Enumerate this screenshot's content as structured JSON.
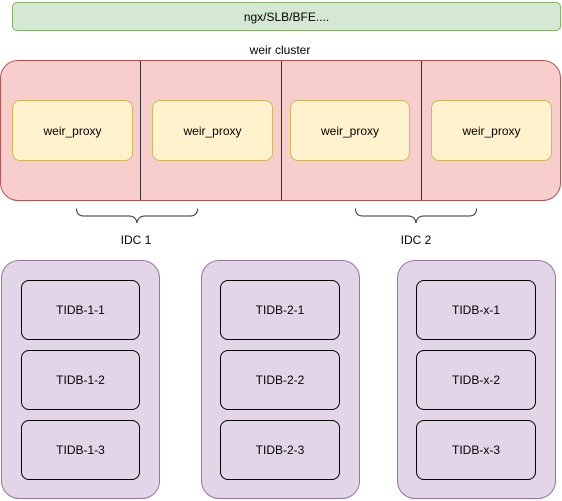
{
  "load_balancer": {
    "label": "ngx/SLB/BFE...."
  },
  "cluster": {
    "title": "weir cluster",
    "proxies": [
      "weir_proxy",
      "weir_proxy",
      "weir_proxy",
      "weir_proxy"
    ]
  },
  "idcs": [
    "IDC 1",
    "IDC 2"
  ],
  "groups": [
    {
      "nodes": [
        "TIDB-1-1",
        "TIDB-1-2",
        "TIDB-1-3"
      ]
    },
    {
      "nodes": [
        "TIDB-2-1",
        "TIDB-2-2",
        "TIDB-2-3"
      ]
    },
    {
      "nodes": [
        "TIDB-x-1",
        "TIDB-x-2",
        "TIDB-x-3"
      ]
    }
  ],
  "colors": {
    "lb_fill": "#d5e8d4",
    "lb_stroke": "#82b366",
    "cluster_fill": "#f8cecc",
    "cluster_stroke": "#b85450",
    "proxy_fill": "#fff2cc",
    "proxy_stroke": "#d6b656",
    "group_fill": "#e1d5e7",
    "group_stroke": "#9673a6"
  }
}
